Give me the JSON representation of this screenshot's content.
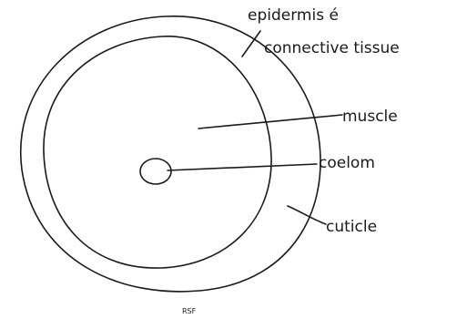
{
  "diagram": {
    "labels": {
      "epidermis_line1": "epidermis é",
      "epidermis_line2": "connective tissue",
      "muscle": "muscle",
      "coelom": "coelom",
      "cuticle": "cuticle"
    },
    "signature": "RSF",
    "ink_color": "#1a1a1a",
    "background_color": "#ffffff"
  }
}
